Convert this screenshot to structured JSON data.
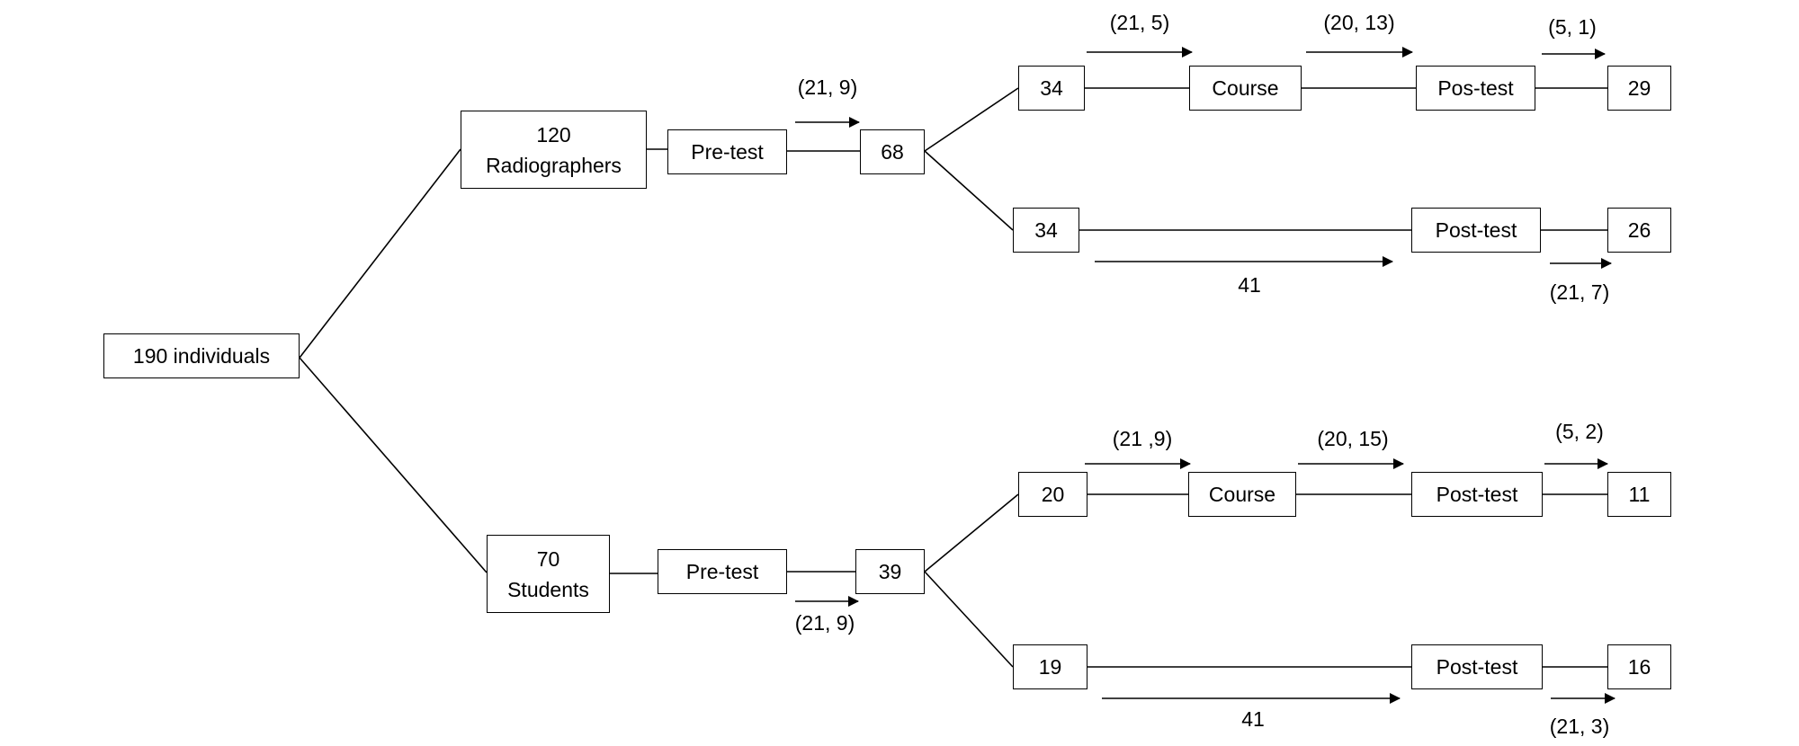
{
  "root": {
    "label": "190 individuals"
  },
  "groups": {
    "radiographers": {
      "count": "120",
      "name": "Radiographers",
      "pretest": "Pre-test",
      "pretest_arrow": "(21, 9)",
      "after_pretest": "68",
      "branch_course": {
        "start": "34",
        "arrow1": "(21, 5)",
        "course": "Course",
        "arrow2": "(20, 13)",
        "posttest": "Pos-test",
        "arrow3": "(5, 1)",
        "end": "29"
      },
      "branch_direct": {
        "start": "34",
        "arrow": "41",
        "posttest": "Post-test",
        "arrow_end": "(21, 7)",
        "end": "26"
      }
    },
    "students": {
      "count": "70",
      "name": "Students",
      "pretest": "Pre-test",
      "pretest_arrow": "(21, 9)",
      "after_pretest": "39",
      "branch_course": {
        "start": "20",
        "arrow1": "(21 ,9)",
        "course": "Course",
        "arrow2": "(20, 15)",
        "posttest": "Post-test",
        "arrow3": "(5, 2)",
        "end": "11"
      },
      "branch_direct": {
        "start": "19",
        "arrow": "41",
        "posttest": "Post-test",
        "arrow_end": "(21, 3)",
        "end": "16"
      }
    }
  }
}
